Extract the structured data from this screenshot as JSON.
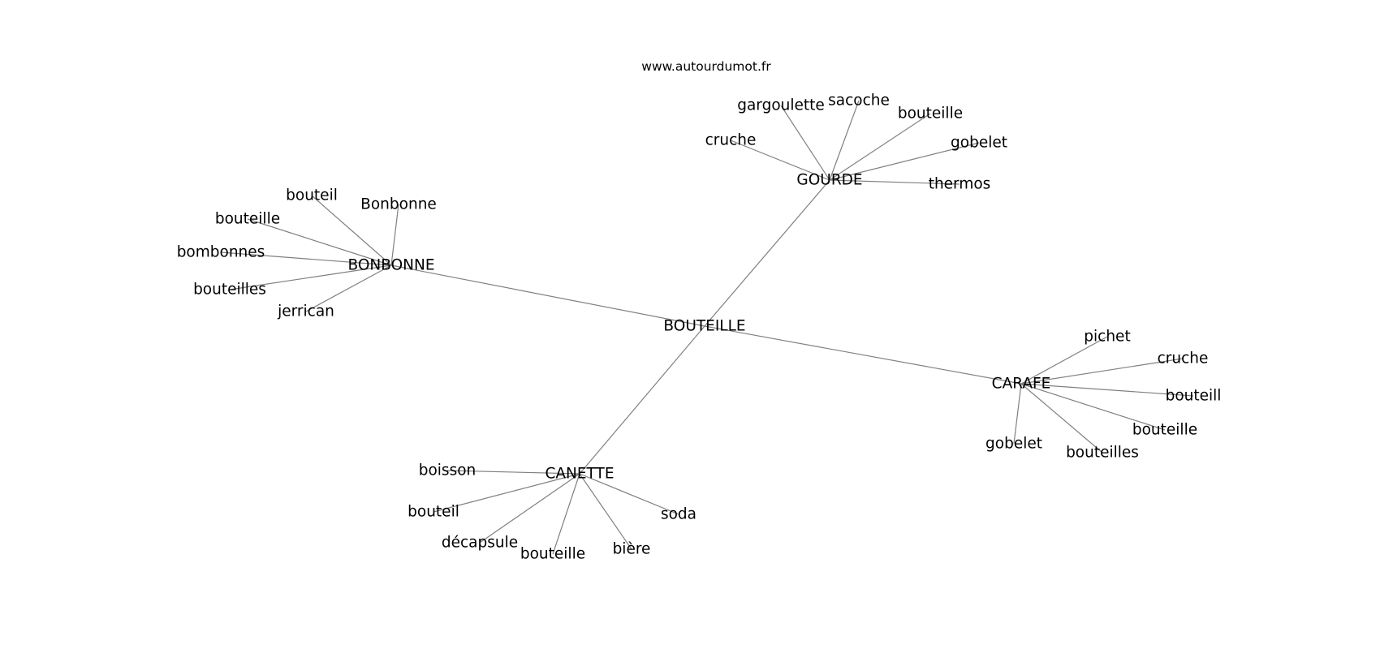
{
  "source_label": "www.autourdumot.fr",
  "graph": {
    "root": {
      "id": "root",
      "label": "BOUTEILLE"
    },
    "hubs": [
      {
        "id": "gourde",
        "label": "GOURDE",
        "leaves": [
          "gargoulette",
          "sacoche",
          "bouteille",
          "cruche",
          "gobelet",
          "thermos"
        ]
      },
      {
        "id": "bonbonne",
        "label": "BONBONNE",
        "leaves": [
          "bouteil",
          "Bonbonne",
          "bouteille",
          "bombonnes",
          "bouteilles",
          "jerrican"
        ]
      },
      {
        "id": "carafe",
        "label": "CARAFE",
        "leaves": [
          "pichet",
          "cruche",
          "bouteill",
          "bouteille",
          "gobelet",
          "bouteilles"
        ]
      },
      {
        "id": "canette",
        "label": "CANETTE",
        "leaves": [
          "boisson",
          "bouteil",
          "soda",
          "décapsule",
          "bouteille",
          "bière"
        ]
      }
    ]
  }
}
